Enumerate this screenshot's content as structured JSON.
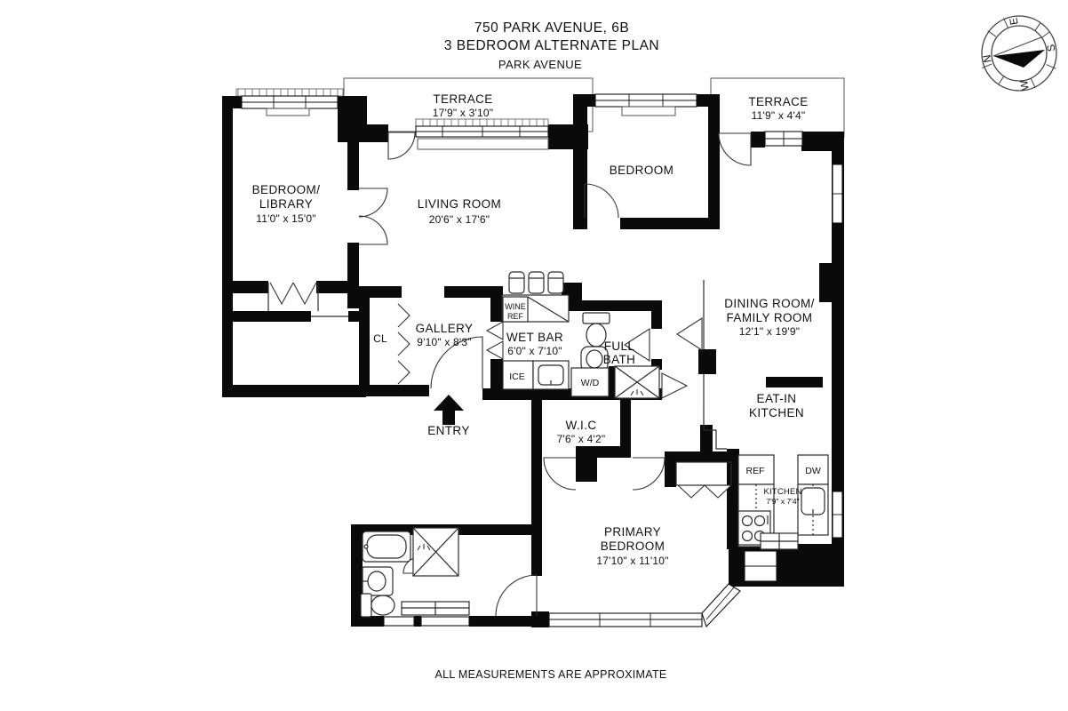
{
  "header": {
    "title_line1": "750 PARK AVENUE, 6B",
    "title_line2": "3 BEDROOM ALTERNATE PLAN",
    "street_label": "PARK AVENUE"
  },
  "footer": {
    "disclaimer": "ALL MEASUREMENTS ARE APPROXIMATE"
  },
  "compass": {
    "north": "N",
    "east": "E",
    "south": "S",
    "west": "W"
  },
  "rooms": {
    "terrace_left": {
      "name": "TERRACE",
      "dims": "17'9\" x 3'10\""
    },
    "terrace_right": {
      "name": "TERRACE",
      "dims": "11'9\" x 4'4\""
    },
    "bedroom_library": {
      "name_line1": "BEDROOM/",
      "name_line2": "LIBRARY",
      "dims": "11'0\" x 15'0\""
    },
    "living_room": {
      "name": "LIVING ROOM",
      "dims": "20'6\" x 17'6\""
    },
    "bedroom": {
      "name": "BEDROOM"
    },
    "dining_family": {
      "name_line1": "DINING ROOM/",
      "name_line2": "FAMILY ROOM",
      "dims": "12'1\" x 19'9\""
    },
    "gallery": {
      "name": "GALLERY",
      "dims": "9'10\" x 8'3\""
    },
    "closet_cl": {
      "name": "CL"
    },
    "wet_bar": {
      "name": "WET BAR",
      "dims": "6'0\" x 7'10\""
    },
    "full_bath": {
      "name_line1": "FULL",
      "name_line2": "BATH"
    },
    "wic": {
      "name": "W.I.C",
      "dims": "7'6\" x 4'2\""
    },
    "eat_in_kitchen": {
      "name_line1": "EAT-IN",
      "name_line2": "KITCHEN"
    },
    "kitchen": {
      "name": "KITCHEN",
      "dims": "7'9\" x 7'4\""
    },
    "primary_bedroom": {
      "name_line1": "PRIMARY",
      "name_line2": "BEDROOM",
      "dims": "17'10\" x 11'10\""
    },
    "entry": {
      "name": "ENTRY"
    }
  },
  "appliances": {
    "wine_ref_line1": "WINE",
    "wine_ref_line2": "REF",
    "ice": "ICE",
    "washer_dryer": "W/D",
    "refrigerator": "REF",
    "dishwasher": "DW"
  },
  "colors": {
    "wall": "#0a0a0a",
    "line": "#2b2b2b",
    "text": "#111111",
    "background": "#ffffff"
  }
}
